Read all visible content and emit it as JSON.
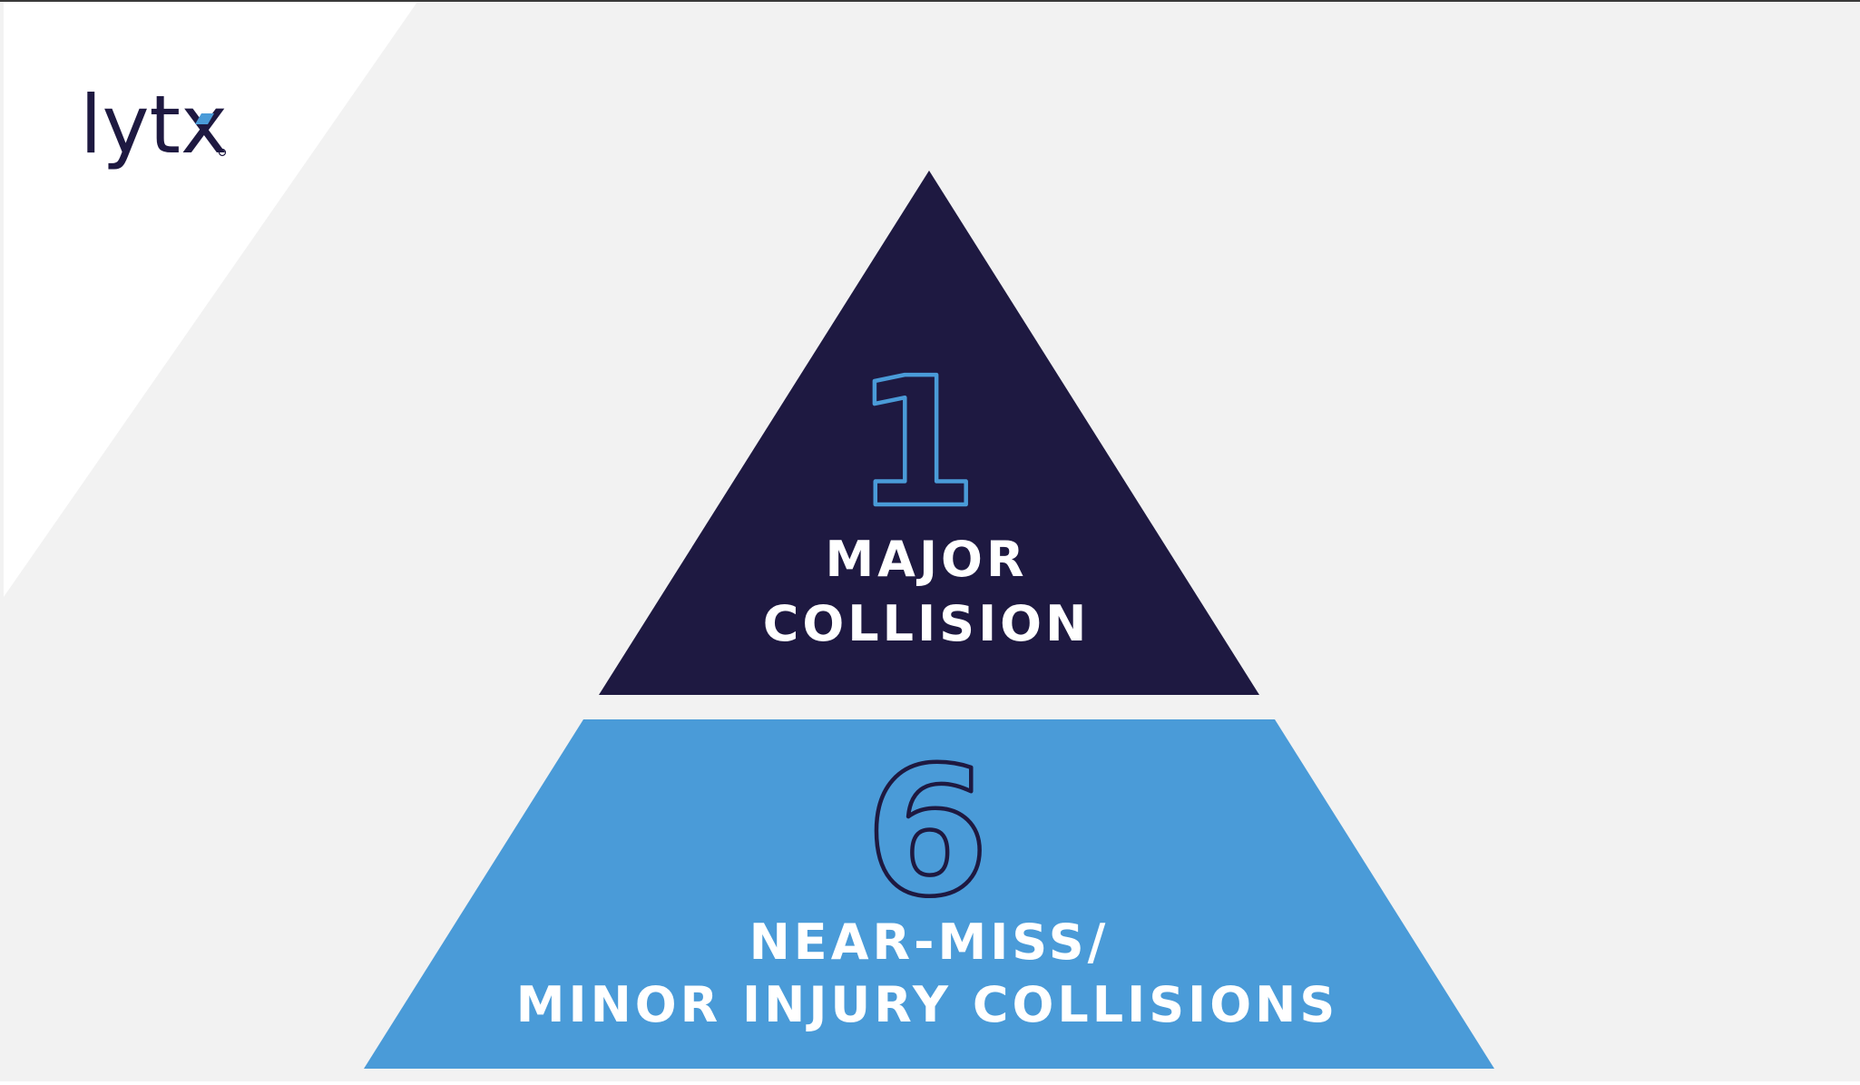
{
  "brand": {
    "logo_text": "lytx",
    "logo_accent_color": "#4a9bd8",
    "logo_color": "#1e1941"
  },
  "colors": {
    "background": "#f2f2f2",
    "corner_panel": "#ffffff",
    "top_tier": "#1e1941",
    "bottom_tier": "#4a9bd8",
    "top_number_outline": "#4a9bd8",
    "bottom_number_outline": "#1e1941",
    "label_text": "#ffffff"
  },
  "pyramid": {
    "top": {
      "number": "1",
      "label_line1": "MAJOR",
      "label_line2": "COLLISION"
    },
    "bottom": {
      "number": "6",
      "label_line1": "NEAR-MISS/",
      "label_line2": "MINOR INJURY COLLISIONS"
    }
  }
}
